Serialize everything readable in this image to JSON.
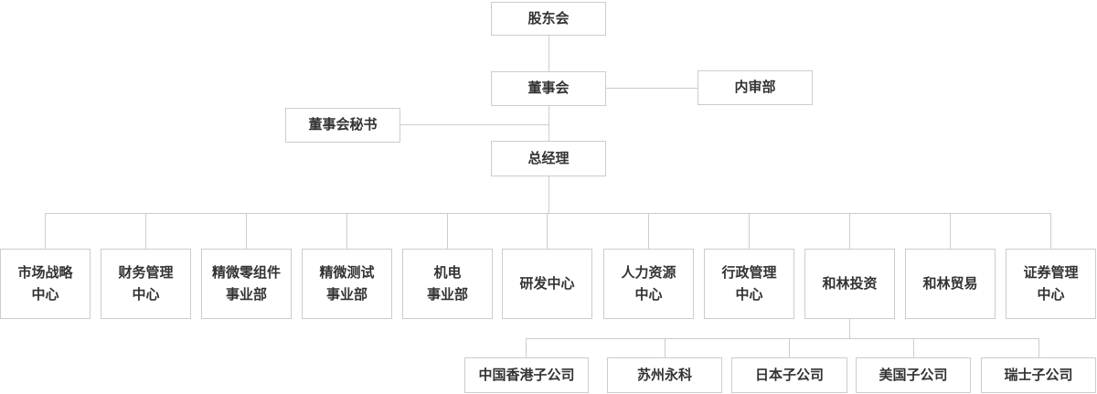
{
  "org_chart": {
    "top": {
      "shareholders": "股东会",
      "board": "董事会",
      "internal_audit": "内审部",
      "board_secretary": "董事会秘书",
      "general_manager": "总经理"
    },
    "departments": [
      "市场战略\n中心",
      "财务管理\n中心",
      "精微零组件\n事业部",
      "精微测试\n事业部",
      "机电\n事业部",
      "研发中心",
      "人力资源\n中心",
      "行政管理\n中心",
      "和林投资",
      "和林贸易",
      "证券管理\n中心"
    ],
    "subsidiaries": [
      "中国香港子公司",
      "苏州永科",
      "日本子公司",
      "美国子公司",
      "瑞士子公司"
    ],
    "colors": {
      "box_border": "#cccccc",
      "connector_line": "#cccccc",
      "text": "#333333",
      "background": "#ffffff"
    }
  }
}
